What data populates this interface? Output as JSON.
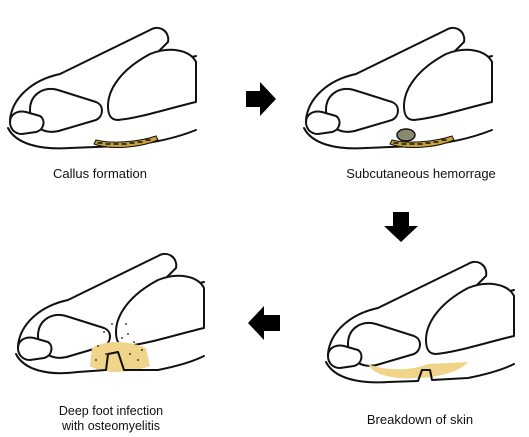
{
  "figure": {
    "stages": [
      {
        "label": "Callus formation"
      },
      {
        "label": "Subcutaneous hemorrage"
      },
      {
        "label": "Breakdown of skin"
      },
      {
        "label_lines": [
          "Deep foot infection",
          "with osteomyelitis"
        ]
      }
    ],
    "colors": {
      "outline": "#111111",
      "callus": "#c9a13a",
      "lesion_fill": "#f0d48a",
      "arrow": "#000000"
    }
  }
}
